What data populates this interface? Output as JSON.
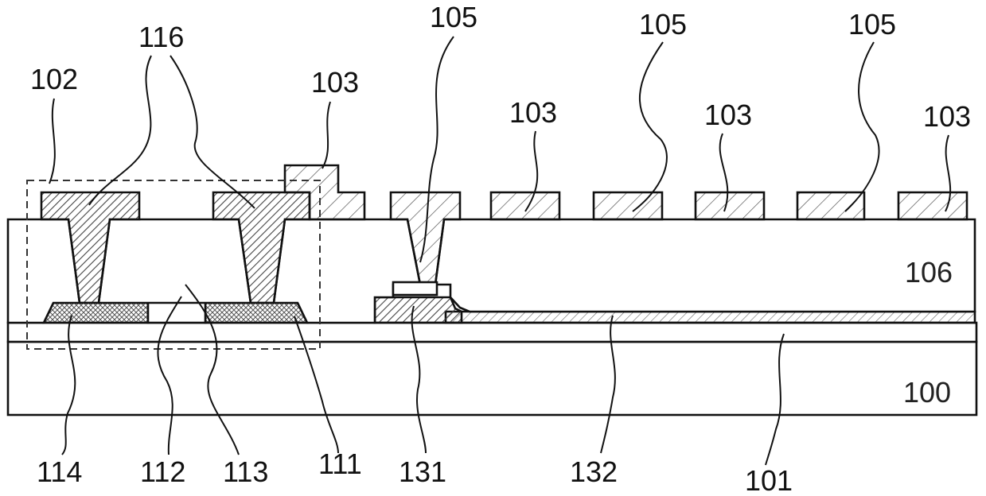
{
  "labels": {
    "l102": "102",
    "l116": "116",
    "l103_a": "103",
    "l105_a": "105",
    "l103_b": "103",
    "l105_b": "105",
    "l103_c": "103",
    "l105_c": "105",
    "l103_d": "103",
    "l106": "106",
    "l100": "100",
    "l114": "114",
    "l112": "112",
    "l113": "113",
    "l111": "111",
    "l131": "131",
    "l132": "132",
    "l101": "101"
  }
}
